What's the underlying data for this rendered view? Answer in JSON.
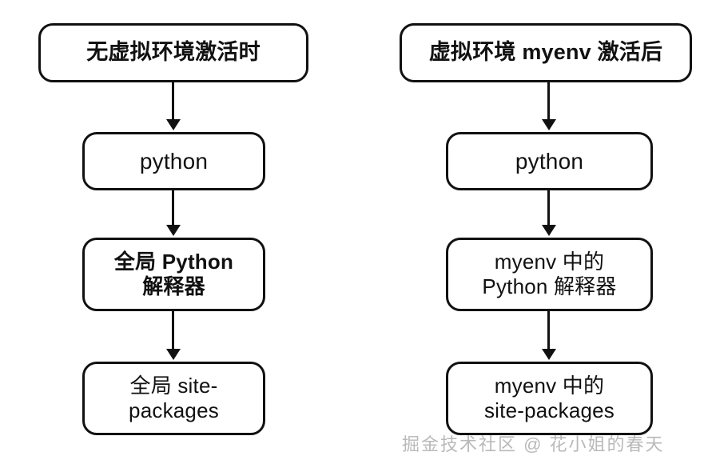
{
  "diagram": {
    "type": "flowchart",
    "background_color": "#ffffff",
    "stroke_color": "#111111",
    "columns": [
      {
        "id": "left",
        "nodes": [
          {
            "id": "left-0",
            "label": "无虚拟环境激活时"
          },
          {
            "id": "left-1",
            "label": "python"
          },
          {
            "id": "left-2",
            "label": "全局 Python\n解释器"
          },
          {
            "id": "left-3",
            "label": "全局 site-\npackages"
          }
        ],
        "arrows": [
          {
            "id": "left-0",
            "from": "left-0",
            "to": "left-1",
            "direction": "down"
          },
          {
            "id": "left-1",
            "from": "left-1",
            "to": "left-2",
            "direction": "down"
          },
          {
            "id": "left-2",
            "from": "left-2",
            "to": "left-3",
            "direction": "down"
          }
        ]
      },
      {
        "id": "right",
        "nodes": [
          {
            "id": "right-0",
            "label": "虚拟环境 myenv 激活后"
          },
          {
            "id": "right-1",
            "label": "python"
          },
          {
            "id": "right-2",
            "label": "myenv 中的\nPython 解释器"
          },
          {
            "id": "right-3",
            "label": "myenv 中的\nsite-packages"
          }
        ],
        "arrows": [
          {
            "id": "right-0",
            "from": "right-0",
            "to": "right-1",
            "direction": "down"
          },
          {
            "id": "right-1",
            "from": "right-1",
            "to": "right-2",
            "direction": "down"
          },
          {
            "id": "right-2",
            "from": "right-2",
            "to": "right-3",
            "direction": "down"
          }
        ]
      }
    ],
    "watermark": {
      "text": "掘金技术社区 @ 花小姐的春天",
      "color": "#b9b9b9"
    }
  }
}
